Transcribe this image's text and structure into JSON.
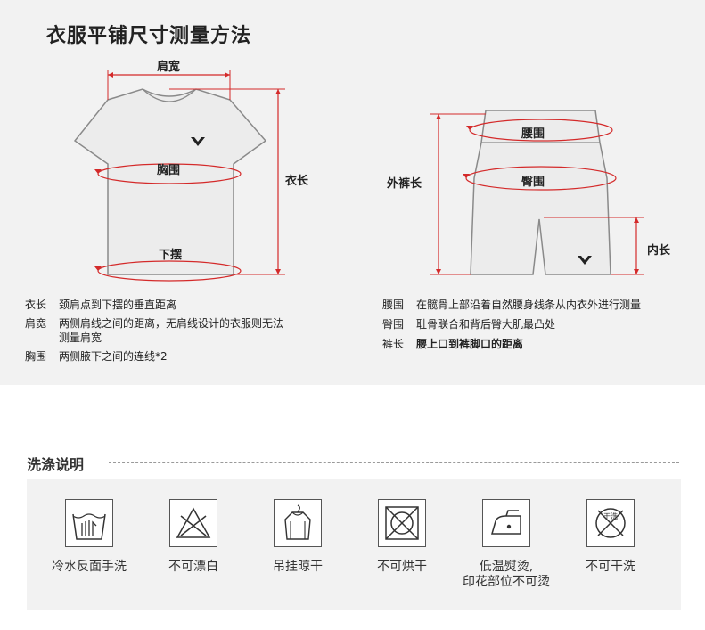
{
  "title": "衣服平铺尺寸测量方法",
  "shirt": {
    "shoulder": "肩宽",
    "chest": "胸围",
    "hem": "下摆",
    "length": "衣长"
  },
  "pants": {
    "waist": "腰围",
    "hip": "臀围",
    "outseam": "外裤长",
    "inseam": "内长"
  },
  "shirt_desc": [
    {
      "key": "衣长",
      "value": "颈肩点到下摆的垂直距离"
    },
    {
      "key": "肩宽",
      "value": "两侧肩线之间的距离，无肩线设计的衣服则无法\n测量肩宽"
    },
    {
      "key": "胸围",
      "value": "两侧腋下之间的连线*2"
    }
  ],
  "pants_desc": [
    {
      "key": "腰围",
      "value": "在髋骨上部沿着自然腰身线条从内衣外进行测量"
    },
    {
      "key": "臀围",
      "value": "耻骨联合和背后臀大肌最凸处"
    },
    {
      "key": "裤长",
      "value": "腰上口到裤脚口的距离"
    }
  ],
  "wash": {
    "heading": "洗涤说明",
    "items": [
      {
        "icon": "hand-wash-icon",
        "label": "冷水反面手洗"
      },
      {
        "icon": "no-bleach-icon",
        "label": "不可漂白"
      },
      {
        "icon": "hang-dry-icon",
        "label": "吊挂晾干"
      },
      {
        "icon": "no-tumble-dry-icon",
        "label": "不可烘干"
      },
      {
        "icon": "low-iron-icon",
        "label": "低温熨烫,\n印花部位不可烫"
      },
      {
        "icon": "no-dry-clean-icon",
        "label": "不可干洗"
      }
    ],
    "dry_clean_text": "干洗"
  },
  "colors": {
    "accent": "#d42a2a",
    "outline": "#8a8a8a",
    "panel": "#f2f2f2"
  }
}
